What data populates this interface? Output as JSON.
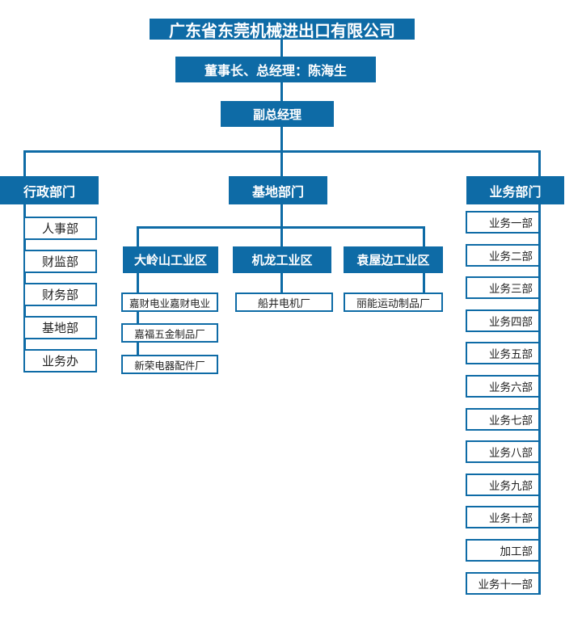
{
  "org": {
    "company": "广东省东莞机械进出口有限公司",
    "chairman": "董事长、总经理：陈海生",
    "deputy_gm": "副总经理",
    "admin": {
      "label": "行政部门",
      "items": [
        "人事部",
        "财监部",
        "财务部",
        "基地部",
        "业务办"
      ]
    },
    "base": {
      "label": "基地部门",
      "zones": [
        {
          "label": "大岭山工业区",
          "factories": [
            "嘉财电业嘉财电业",
            "嘉福五金制品厂",
            "新荣电器配件厂"
          ]
        },
        {
          "label": "机龙工业区",
          "factories": [
            "船井电机厂"
          ]
        },
        {
          "label": "袁屋边工业区",
          "factories": [
            "丽能运动制品厂"
          ]
        }
      ]
    },
    "business": {
      "label": "业务部门",
      "items": [
        "业务一部",
        "业务二部",
        "业务三部",
        "业务四部",
        "业务五部",
        "业务六部",
        "业务七部",
        "业务八部",
        "业务九部",
        "业务十部",
        "加工部",
        "业务十一部"
      ]
    }
  },
  "colors": {
    "primary": "#0E6BA6",
    "box_text": "#ffffff",
    "item_text": "#222222",
    "background": "#ffffff"
  }
}
